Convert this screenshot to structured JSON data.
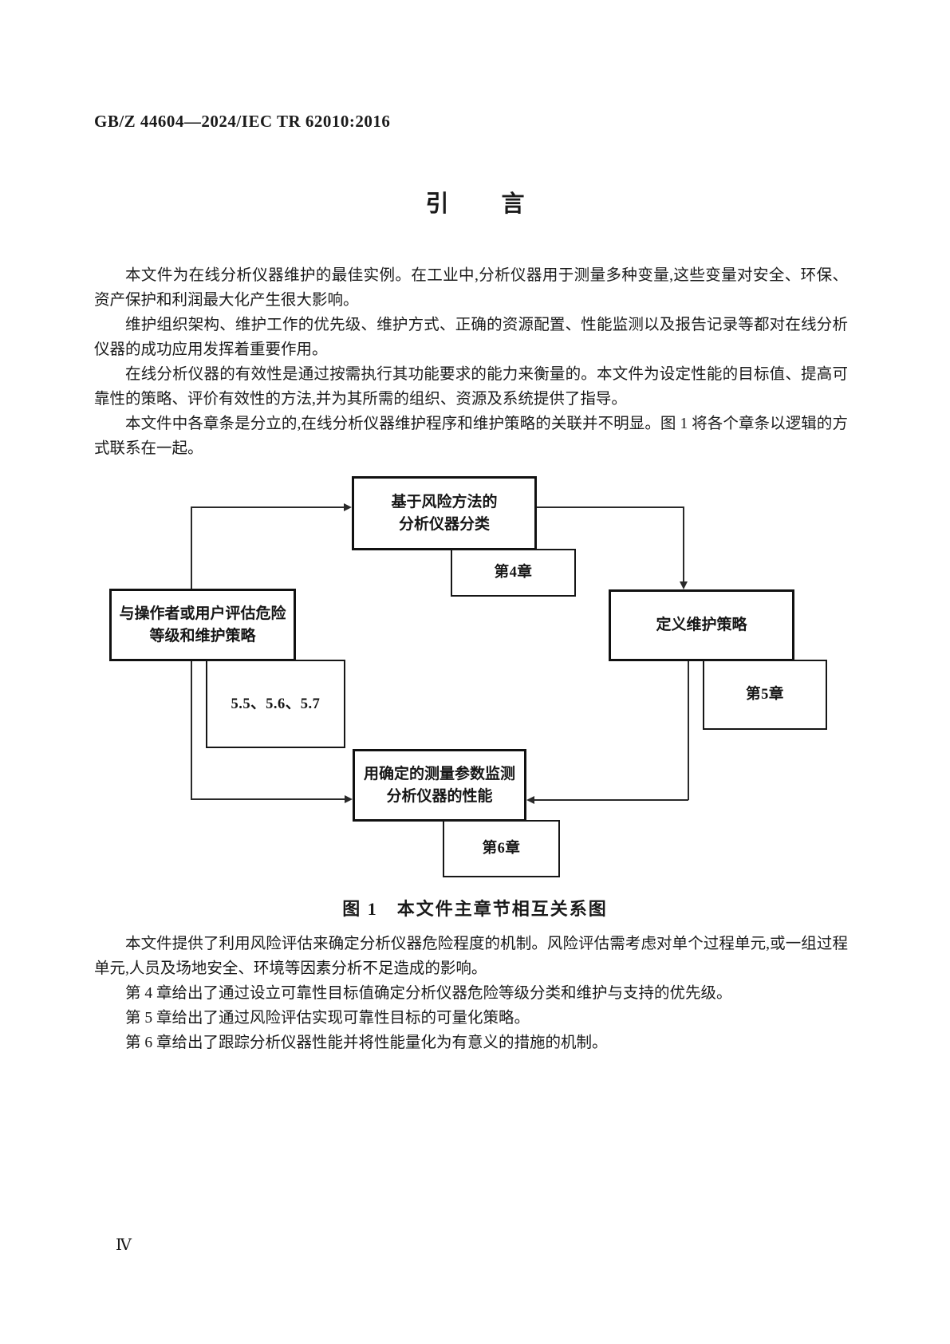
{
  "document": {
    "standard_number": "GB/Z 44604—2024/IEC TR 62010:2016",
    "title": {
      "first": "引",
      "second": "言"
    },
    "page_number": "Ⅳ"
  },
  "intro": {
    "paragraphs": [
      "本文件为在线分析仪器维护的最佳实例。在工业中,分析仪器用于测量多种变量,这些变量对安全、环保、资产保护和利润最大化产生很大影响。",
      "维护组织架构、维护工作的优先级、维护方式、正确的资源配置、性能监测以及报告记录等都对在线分析仪器的成功应用发挥着重要作用。",
      "在线分析仪器的有效性是通过按需执行其功能要求的能力来衡量的。本文件为设定性能的目标值、提高可靠性的策略、评价有效性的方法,并为其所需的组织、资源及系统提供了指导。",
      "本文件中各章条是分立的,在线分析仪器维护程序和维护策略的关联并不明显。图 1 将各个章条以逻辑的方式联系在一起。"
    ]
  },
  "figure": {
    "caption": "图 1　本文件主章节相互关系图",
    "nodes": {
      "classify": "基于风险方法的\n分析仪器分类",
      "clause4": "第4章",
      "assess": "与操作者或用户评估危险\n等级和维护策略",
      "subclauses": "5.5、5.6、5.7",
      "define": "定义维护策略",
      "clause5": "第5章",
      "monitor": "用确定的测量参数监测\n分析仪器的性能",
      "clause6": "第6章"
    },
    "edges": [
      "与操作者或用户评估危险等级和维护策略 → 基于风险方法的分析仪器分类",
      "基于风险方法的分析仪器分类 → 定义维护策略",
      "定义维护策略 → 用确定的测量参数监测分析仪器的性能",
      "与操作者或用户评估危险等级和维护策略 → 用确定的测量参数监测分析仪器的性能"
    ]
  },
  "closing": {
    "paragraphs": [
      "本文件提供了利用风险评估来确定分析仪器危险程度的机制。风险评估需考虑对单个过程单元,或一组过程单元,人员及场地安全、环境等因素分析不足造成的影响。",
      "第 4 章给出了通过设立可靠性目标值确定分析仪器危险等级分类和维护与支持的优先级。",
      "第 5 章给出了通过风险评估实现可靠性目标的可量化策略。",
      "第 6 章给出了跟踪分析仪器性能并将性能量化为有意义的措施的机制。"
    ]
  }
}
